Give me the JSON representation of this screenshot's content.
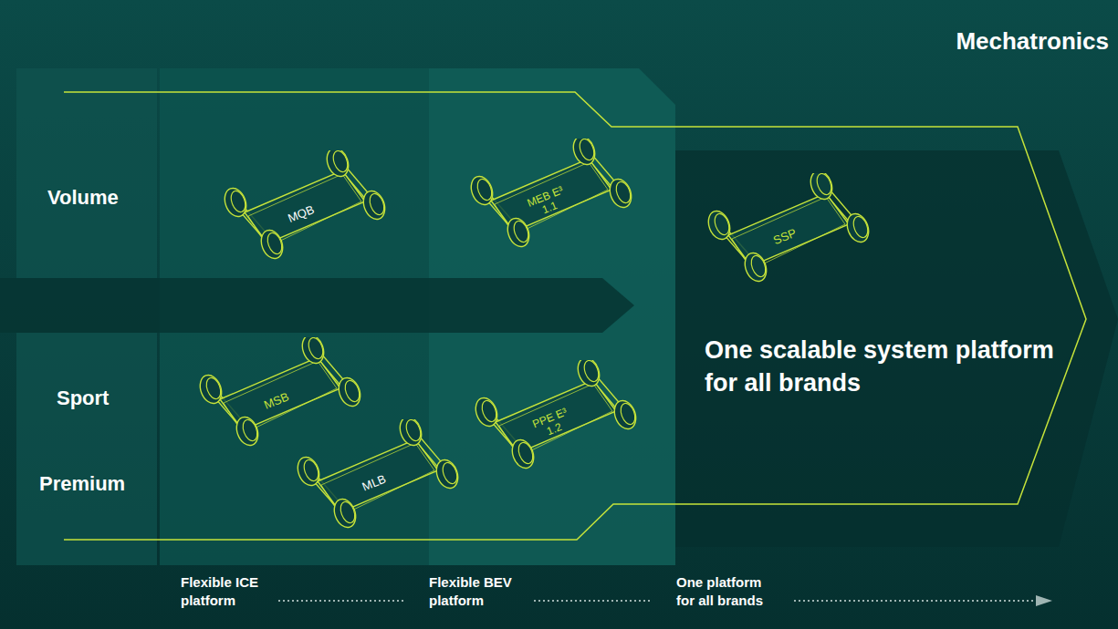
{
  "diagram": {
    "title": "Mechatronics",
    "nodes": [
      {
        "text": [
          "MQB"
        ]
      },
      {
        "text": [
          "MEB E³ 1.1"
        ]
      },
      {
        "text": [
          "SSP"
        ]
      },
      {
        "text": [
          "MSB"
        ]
      },
      {
        "text": [
          "PPE E³ 1.2"
        ]
      },
      {
        "text": [
          "MLB"
        ]
      }
    ],
    "labels": [
      "Volume",
      "Sport",
      "Premium",
      "One scalable system platform for all brands",
      "Flexible ICE platform",
      "Flexible BEV platform",
      "One platform for all brands"
    ]
  }
}
